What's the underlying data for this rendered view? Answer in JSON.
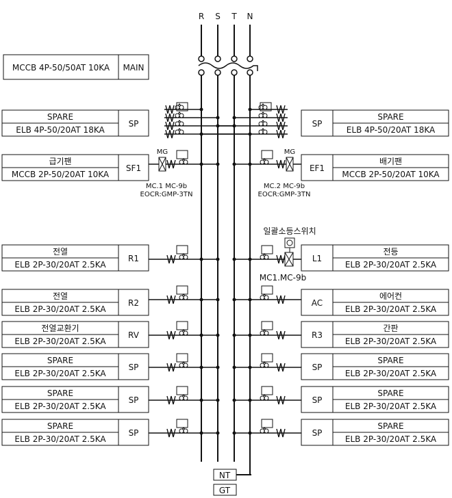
{
  "buses": [
    "R",
    "S",
    "T",
    "N"
  ],
  "main": {
    "spec": "MCCB 4P-50/50AT 10KA",
    "code": "MAIN"
  },
  "left_panels": [
    {
      "name": "SPARE",
      "spec": "ELB 4P-50/20AT 18KA",
      "code": "SP",
      "poles": 4
    },
    {
      "name": "급기팬",
      "spec": "MCCB 2P-50/20AT 10KA",
      "code": "SF1",
      "mg": "MG",
      "mc": "MC.1 MC-9b",
      "eocr": "EOCR:GMP-3TN"
    },
    {
      "name": "전열",
      "spec": "ELB 2P-30/20AT 2.5KA",
      "code": "R1"
    },
    {
      "name": "전열",
      "spec": "ELB 2P-30/20AT 2.5KA",
      "code": "R2"
    },
    {
      "name": "전열교환기",
      "spec": "ELB 2P-30/20AT 2.5KA",
      "code": "RV"
    },
    {
      "name": "SPARE",
      "spec": "ELB 2P-30/20AT 2.5KA",
      "code": "SP"
    },
    {
      "name": "SPARE",
      "spec": "ELB 2P-30/20AT 2.5KA",
      "code": "SP"
    },
    {
      "name": "SPARE",
      "spec": "ELB 2P-30/20AT 2.5KA",
      "code": "SP"
    }
  ],
  "right_panels": [
    {
      "name": "SPARE",
      "spec": "ELB 4P-50/20AT 18KA",
      "code": "SP"
    },
    {
      "name": "배기팬",
      "spec": "MCCB 2P-50/20AT 10KA",
      "code": "EF1",
      "mg": "MG",
      "mc": "MC.2 MC-9b",
      "eocr": "EOCR:GMP-3TN"
    },
    {
      "name": "전등",
      "spec": "ELB 2P-30/20AT 2.5KA",
      "code": "L1",
      "switch": "일괄소등스위치",
      "mc": "MC1.MC-9b"
    },
    {
      "name": "에어컨",
      "spec": "ELB 2P-30/20AT 2.5KA",
      "code": "AC"
    },
    {
      "name": "간판",
      "spec": "ELB 2P-30/20AT 2.5KA",
      "code": "R3"
    },
    {
      "name": "SPARE",
      "spec": "ELB 2P-30/20AT 2.5KA",
      "code": "SP"
    },
    {
      "name": "SPARE",
      "spec": "ELB 2P-30/20AT 2.5KA",
      "code": "SP"
    },
    {
      "name": "SPARE",
      "spec": "ELB 2P-30/20AT 2.5KA",
      "code": "SP"
    }
  ],
  "terminals": {
    "nt": "NT",
    "gt": "GT"
  }
}
